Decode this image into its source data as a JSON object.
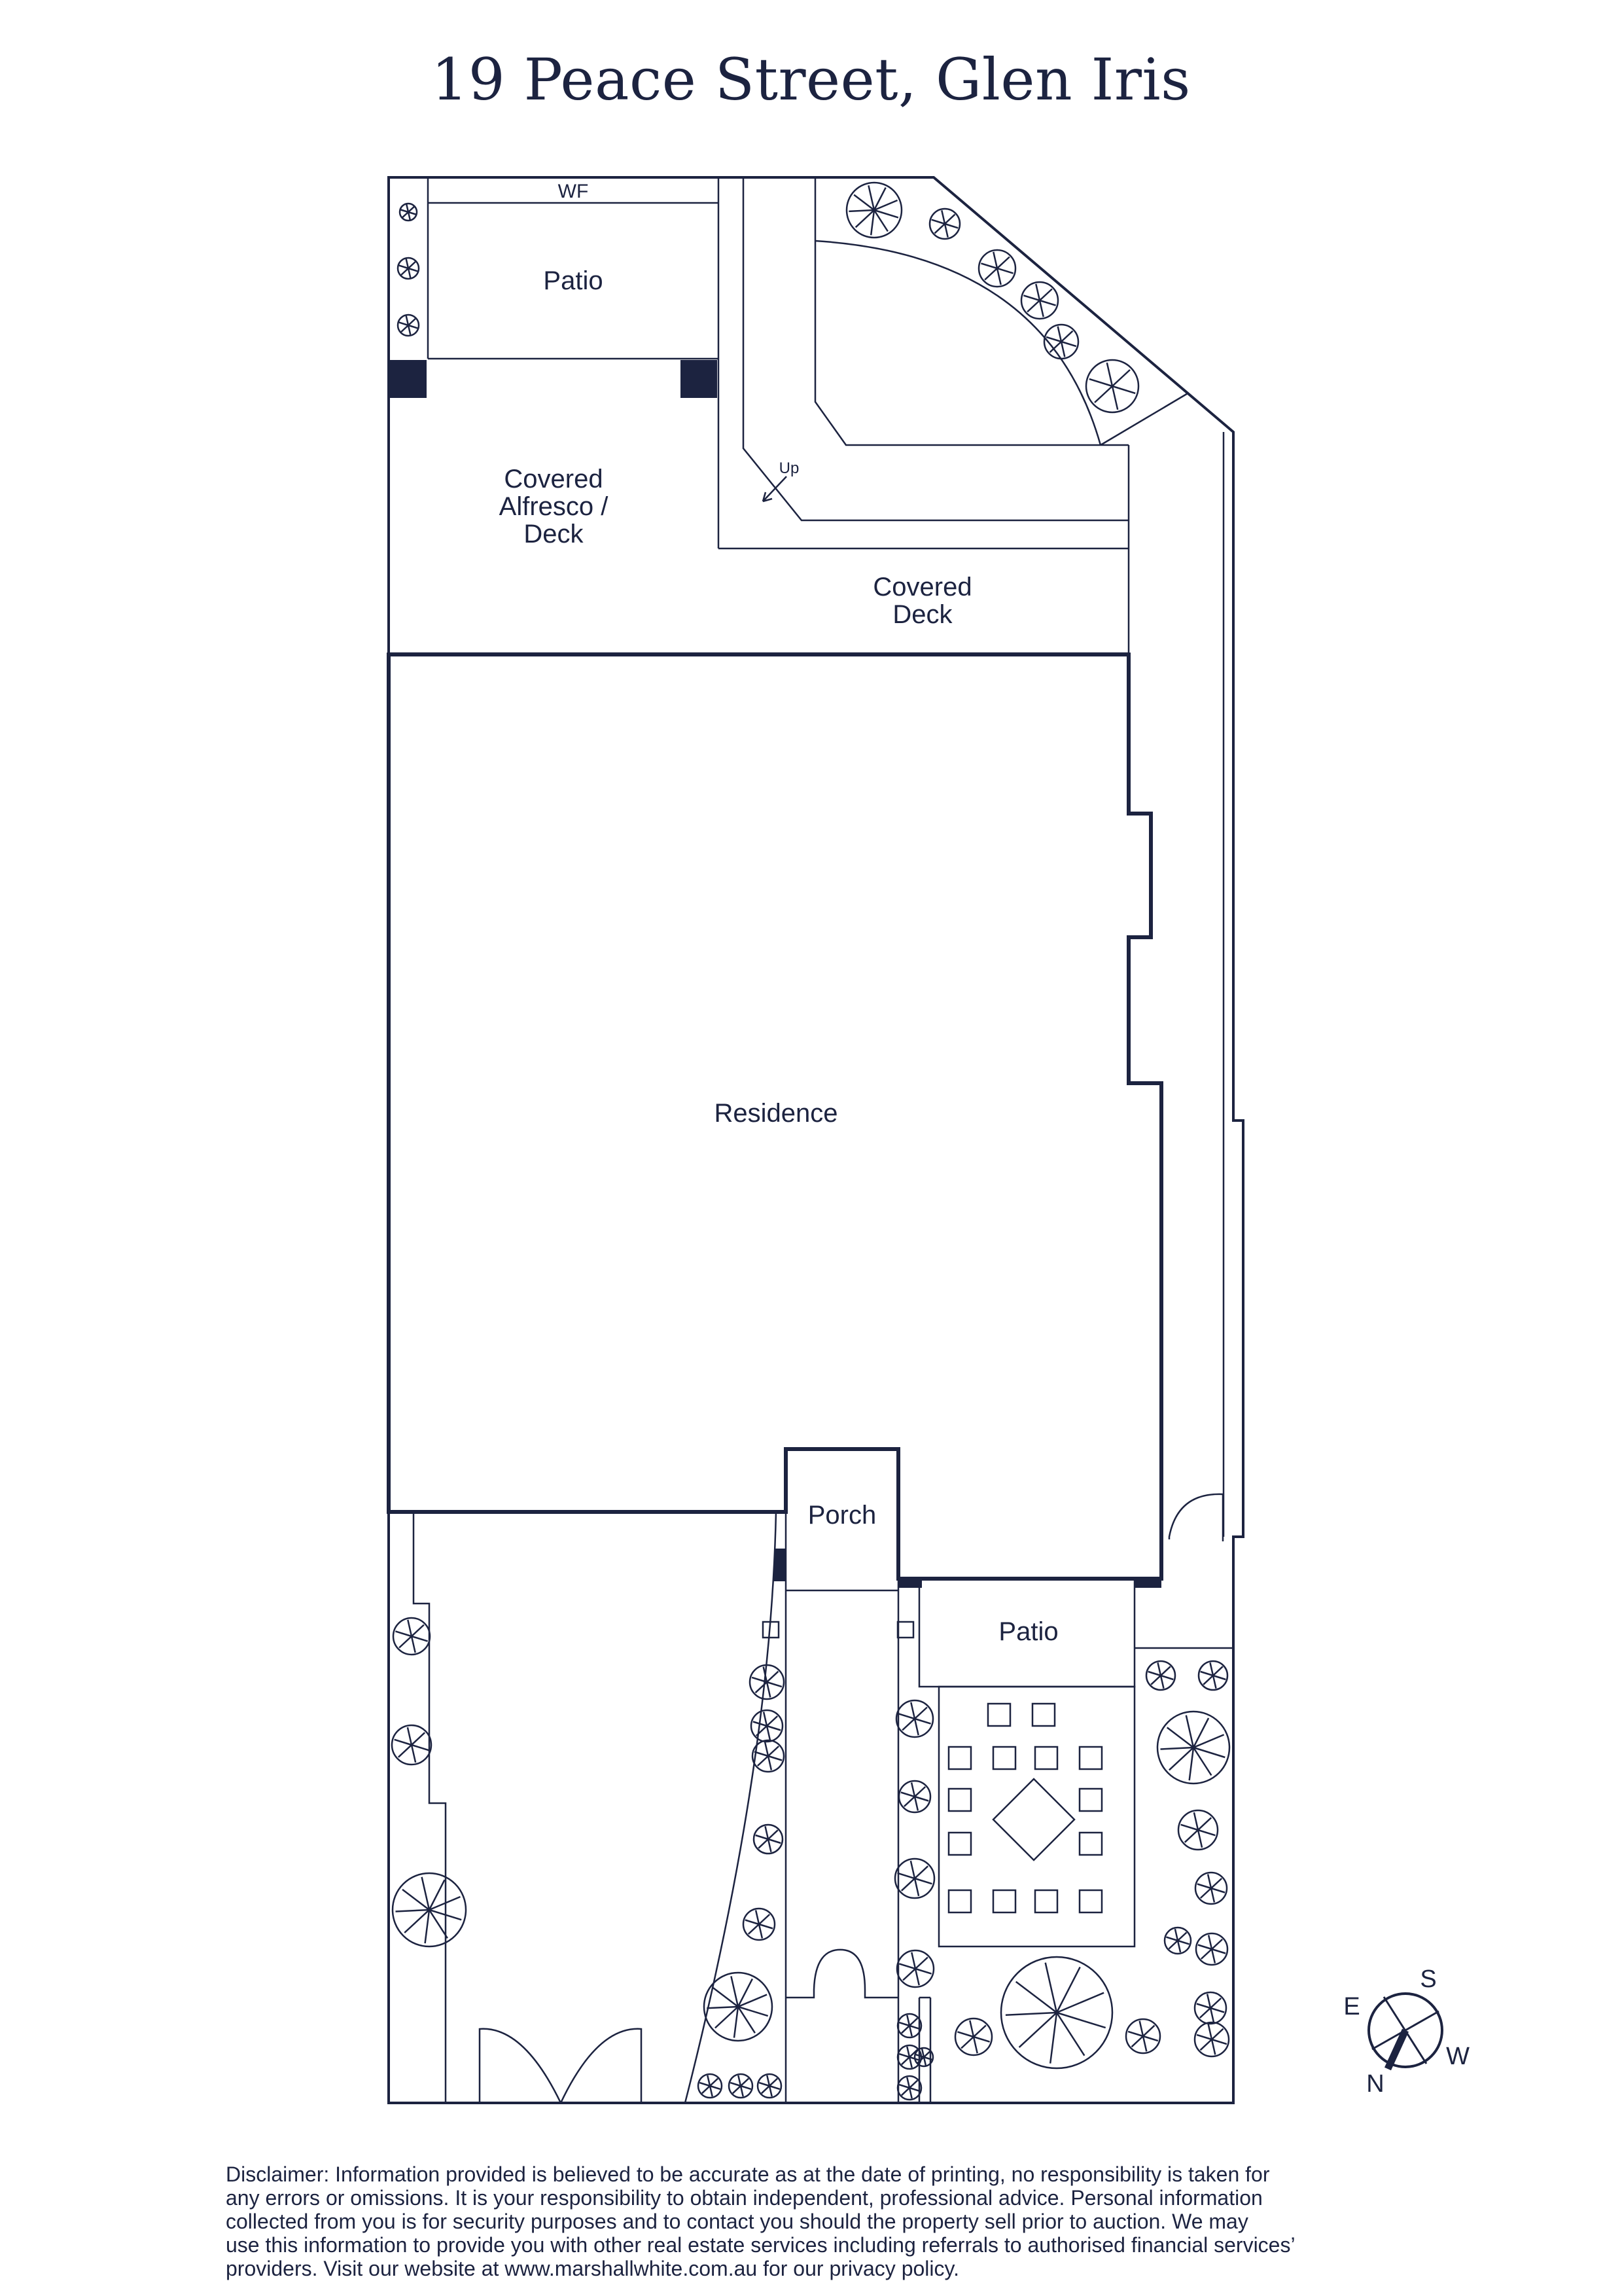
{
  "title": "19 Peace Street, Glen Iris",
  "labels": {
    "wf": "WF",
    "patio_rear": "Patio",
    "covered_alfresco": [
      "Covered",
      "Alfresco /",
      "Deck"
    ],
    "up": "Up",
    "covered_deck": [
      "Covered",
      "Deck"
    ],
    "residence": "Residence",
    "porch": "Porch",
    "patio_front": "Patio"
  },
  "compass": {
    "s": "S",
    "e": "E",
    "w": "W",
    "n": "N"
  },
  "disclaimer": [
    "Disclaimer: Information provided is believed to be accurate as at the date of printing, no responsibility is taken for",
    "any errors or omissions. It is your responsibility to obtain independent, professional advice. Personal information",
    "collected from you is for security purposes and to contact you should the property sell prior to auction. We may",
    "use this information to provide you with other real estate services including referrals to authorised financial services’",
    "providers. Visit our website at www.marshallwhite.com.au for our privacy policy."
  ],
  "colors": {
    "ink": "#1c2340",
    "background": "#ffffff"
  }
}
